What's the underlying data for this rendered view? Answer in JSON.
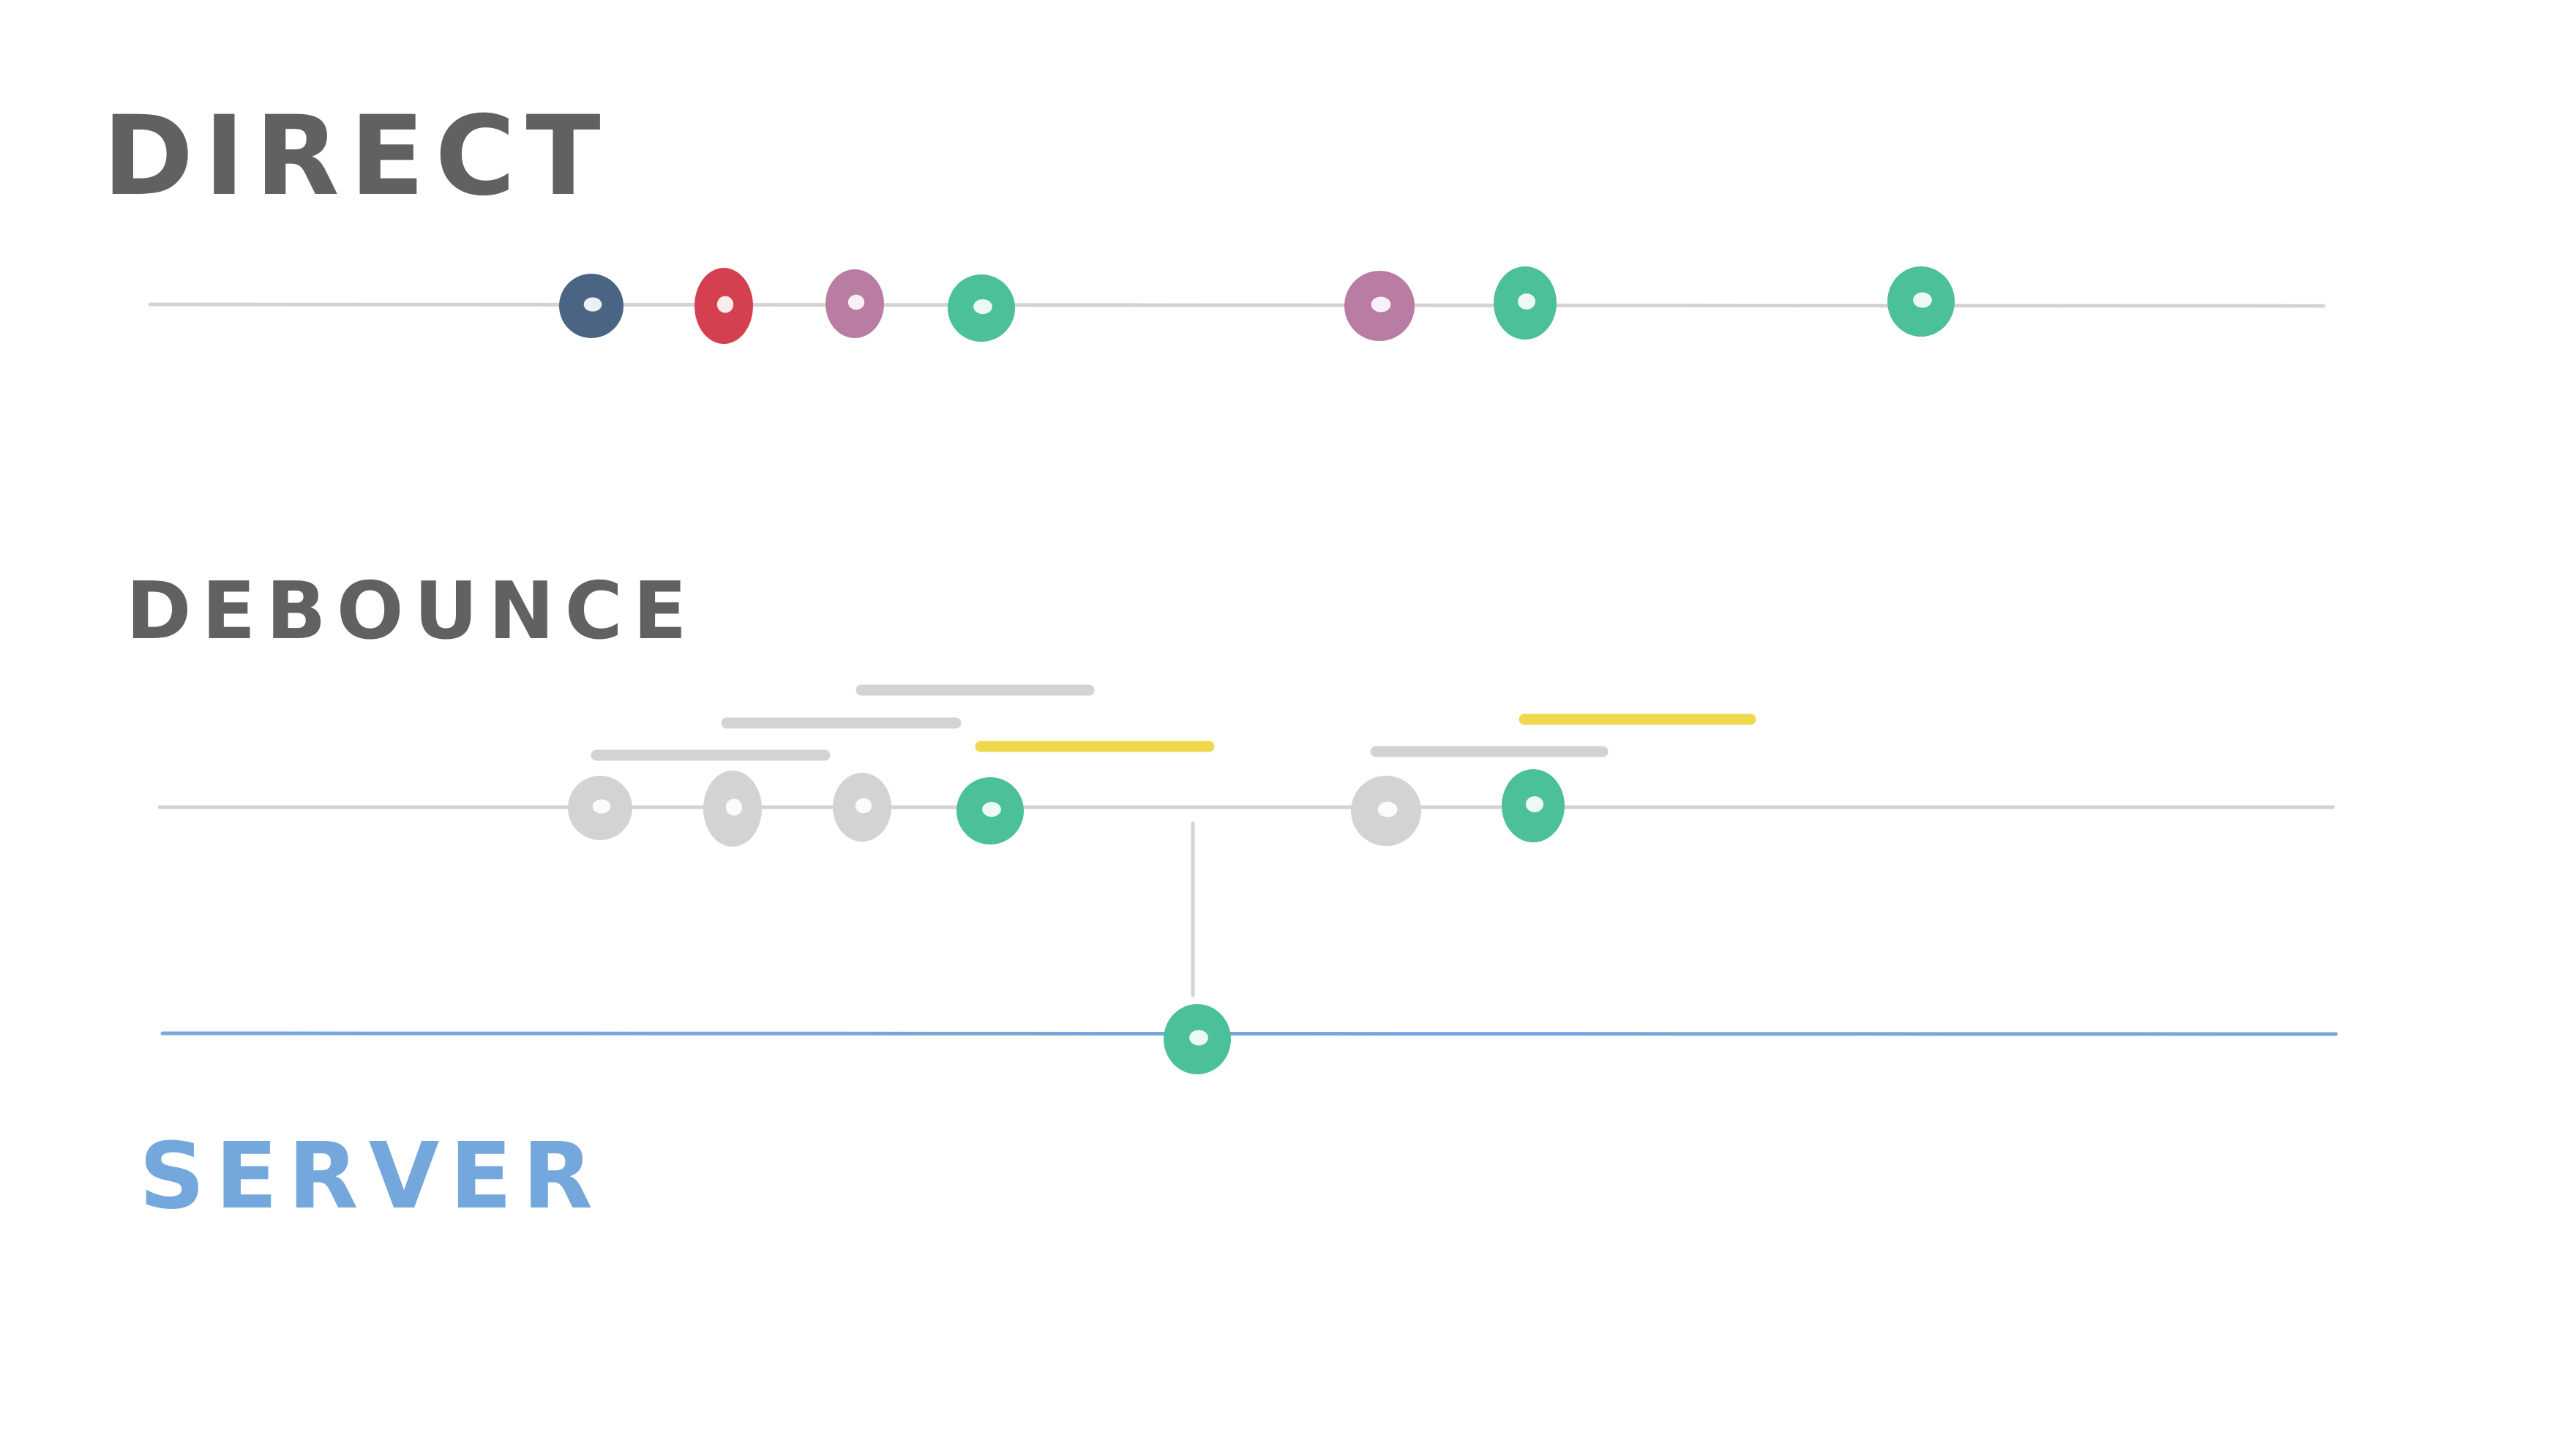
{
  "colors": {
    "text": "#616161",
    "server": "#74a8dc",
    "timeline": "#d3d3d3",
    "server_timeline": "#74a8dc",
    "navy": "#4a6483",
    "red": "#d54050",
    "purple": "#b97ca3",
    "green": "#4cc09a",
    "gray": "#d3d3d3",
    "yellow": "#f0d84e",
    "connector": "#d3d3d3"
  },
  "labels": {
    "direct": "DIRECT",
    "debounce": "DEBOUNCE",
    "server": "SERVER"
  },
  "direct_events": [
    "navy",
    "red",
    "purple",
    "green",
    "purple",
    "green",
    "green"
  ],
  "debounce_events": [
    "gray",
    "gray",
    "gray",
    "green",
    "gray",
    "green"
  ],
  "debounce_windows": [
    "gray",
    "gray",
    "gray",
    "yellow",
    "gray",
    "yellow"
  ],
  "server_events": [
    "green"
  ]
}
